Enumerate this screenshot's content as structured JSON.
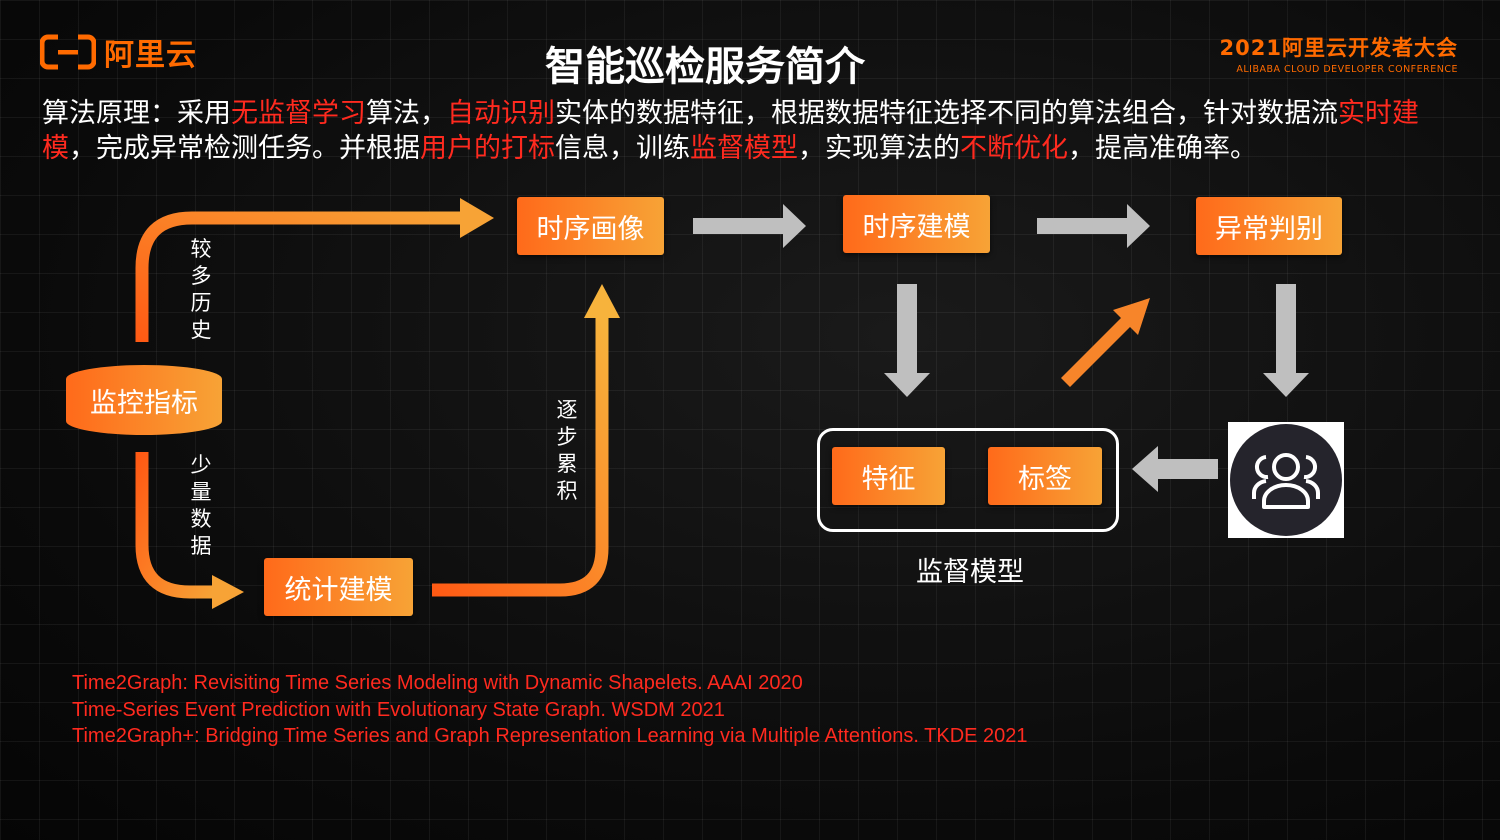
{
  "header": {
    "logo_text": "阿里云",
    "title": "智能巡检服务简介",
    "conference_name": "2021阿里云开发者大会",
    "conference_sub": "ALIBABA CLOUD DEVELOPER CONFERENCE"
  },
  "description": {
    "segments": [
      {
        "text": "算法原理：采用",
        "highlight": false
      },
      {
        "text": "无监督学习",
        "highlight": true
      },
      {
        "text": "算法，",
        "highlight": false
      },
      {
        "text": "自动识别",
        "highlight": true
      },
      {
        "text": "实体的数据特征，根据数据特征选择不同的算法组合，针对数据流",
        "highlight": false
      },
      {
        "text": "实时建模",
        "highlight": true
      },
      {
        "text": "，完成异常检测任务。并根据",
        "highlight": false
      },
      {
        "text": "用户的打标",
        "highlight": true
      },
      {
        "text": "信息，训练",
        "highlight": false
      },
      {
        "text": "监督模型",
        "highlight": true
      },
      {
        "text": "，实现算法的",
        "highlight": false
      },
      {
        "text": "不断优化",
        "highlight": true
      },
      {
        "text": "，提高准确率。",
        "highlight": false
      }
    ]
  },
  "diagram": {
    "source_node": "监控指标",
    "upper_branch_label": "较多历史",
    "lower_branch_label": "少量数据",
    "stat_node": "统计建模",
    "accumulate_label": "逐步累积",
    "profile_node": "时序画像",
    "modeling_node": "时序建模",
    "anomaly_node": "异常判别",
    "feature_node": "特征",
    "tag_node": "标签",
    "group_label": "监督模型",
    "users_icon": "users-group-icon"
  },
  "references": [
    "Time2Graph: Revisiting Time Series Modeling with Dynamic Shapelets. AAAI 2020",
    "Time-Series Event Prediction with Evolutionary State Graph. WSDM 2021",
    "Time2Graph+: Bridging Time Series and Graph Representation Learning via Multiple Attentions. TKDE 2021"
  ],
  "colors": {
    "accent": "#ff6a00",
    "highlight": "#ff2a1f",
    "box_start": "#ff6a1a",
    "box_end": "#f7a336",
    "arrow_gray": "#bfbfbf"
  }
}
